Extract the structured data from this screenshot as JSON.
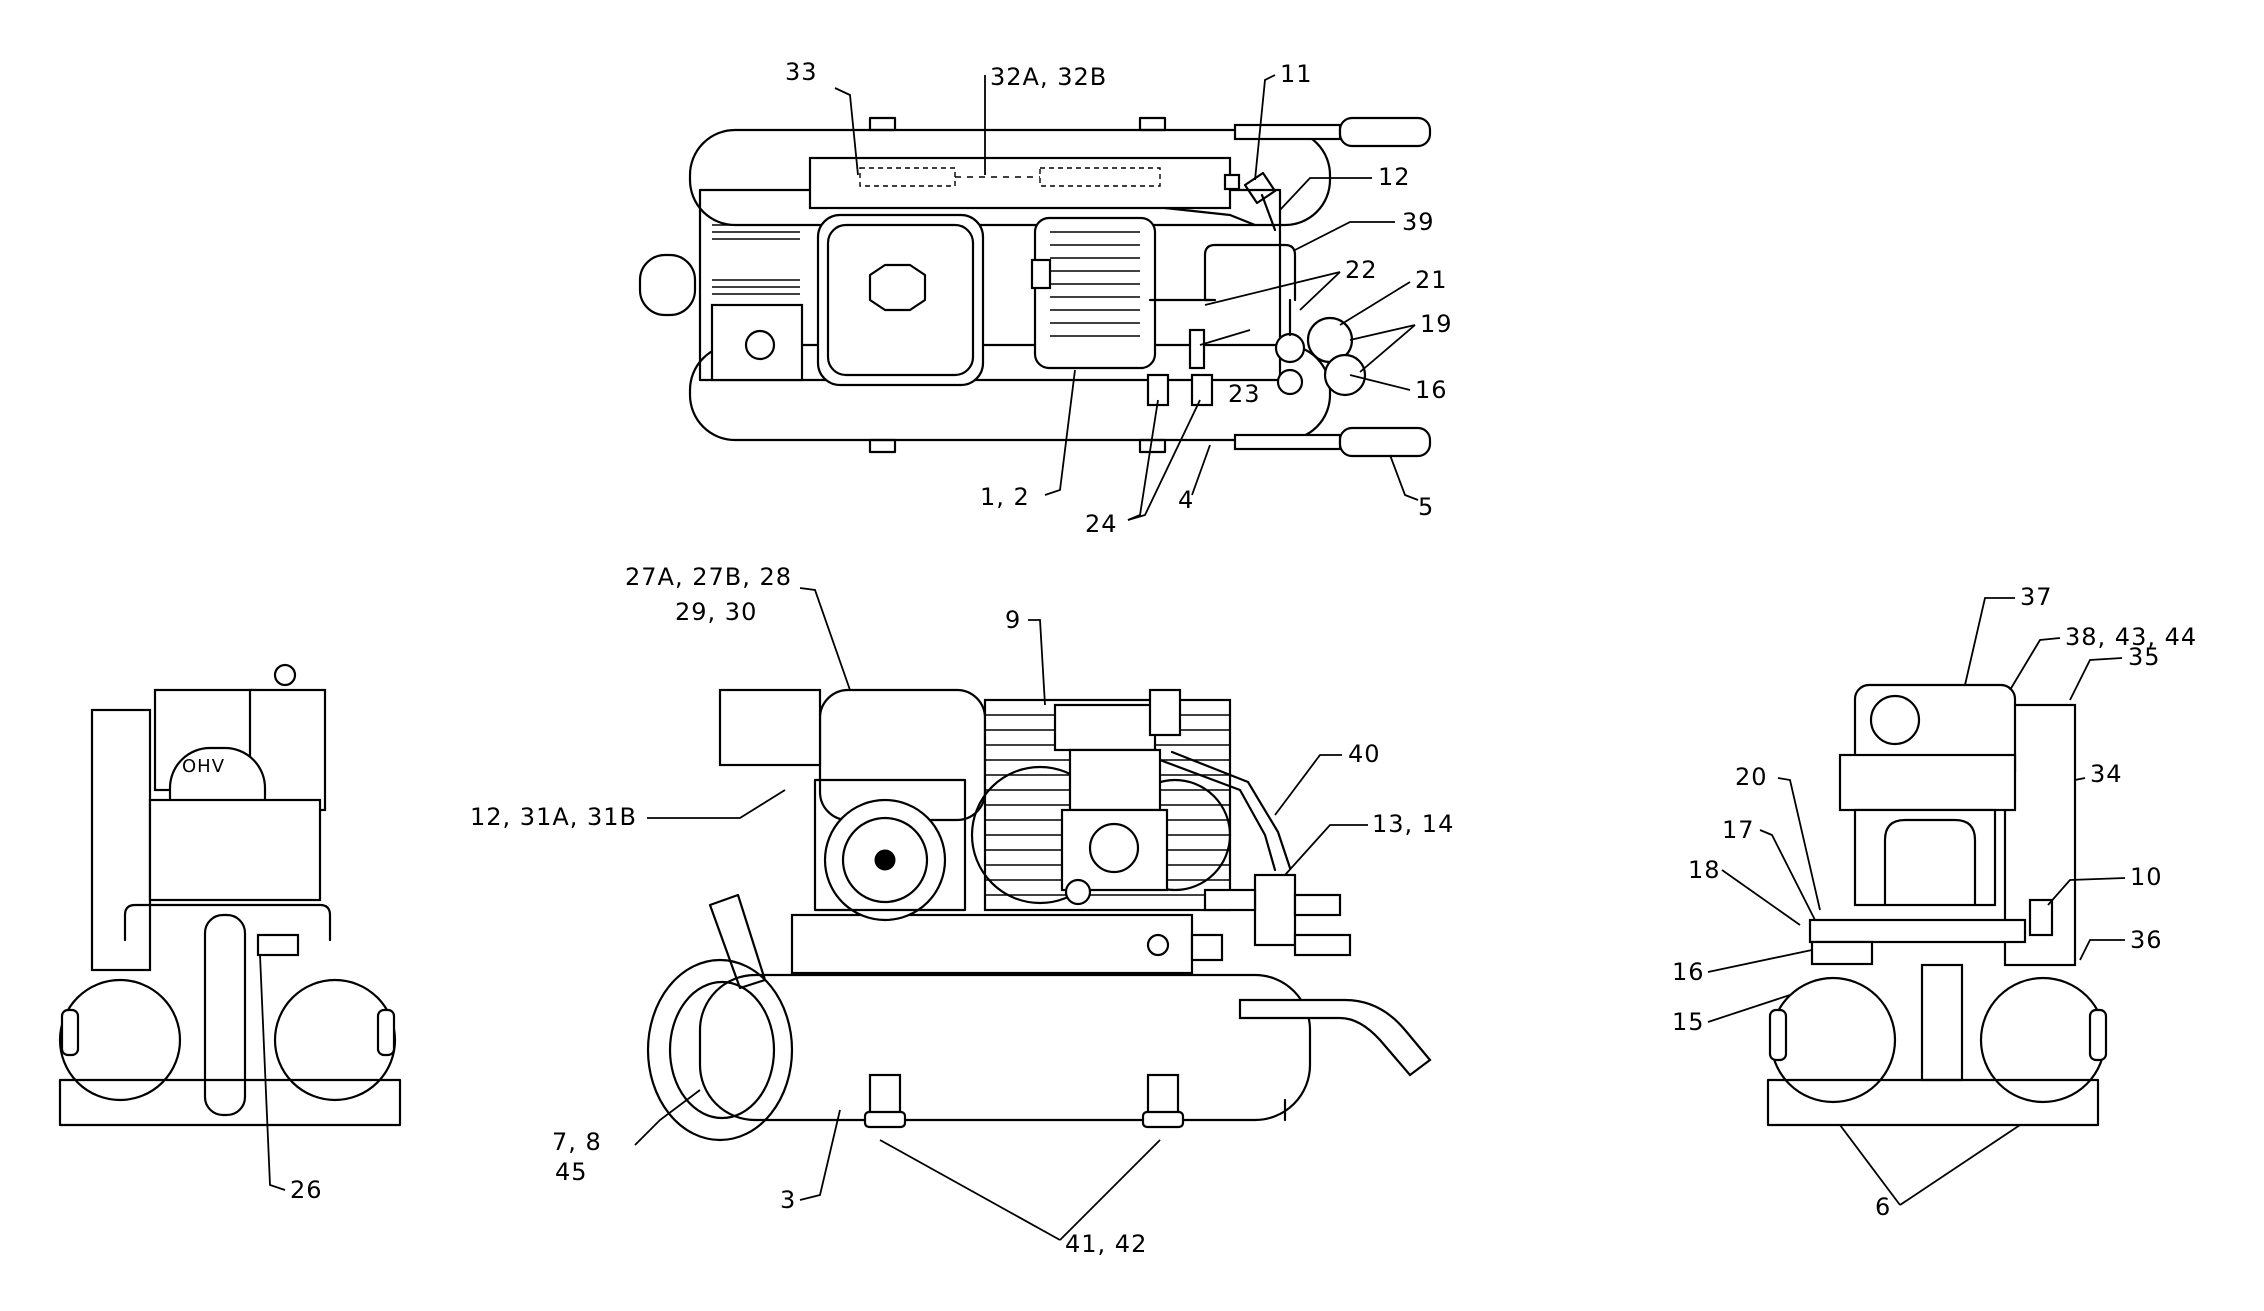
{
  "callouts": {
    "c33": "33",
    "c32ab": "32A, 32B",
    "c11": "11",
    "c12a": "12",
    "c39": "39",
    "c22": "22",
    "c21": "21",
    "c19": "19",
    "c16a": "16",
    "c23": "23",
    "c12": "1, 2",
    "c24": "24",
    "c4": "4",
    "c5": "5",
    "c27a": "27A, 27B, 28",
    "c27b": "29, 30",
    "c9": "9",
    "c37": "37",
    "c38": "38, 43, 44",
    "c35": "35",
    "c40": "40",
    "c34": "34",
    "c12b": "12, 31A, 31B",
    "c13": "13, 14",
    "c20": "20",
    "c17": "17",
    "c18": "18",
    "c10": "10",
    "c16b": "16",
    "c36": "36",
    "c15": "15",
    "c78a": "7, 8",
    "c78b": "45",
    "c3": "3",
    "c4142": "41, 42",
    "c6": "6",
    "c26": "26",
    "ohv": "OHV"
  }
}
